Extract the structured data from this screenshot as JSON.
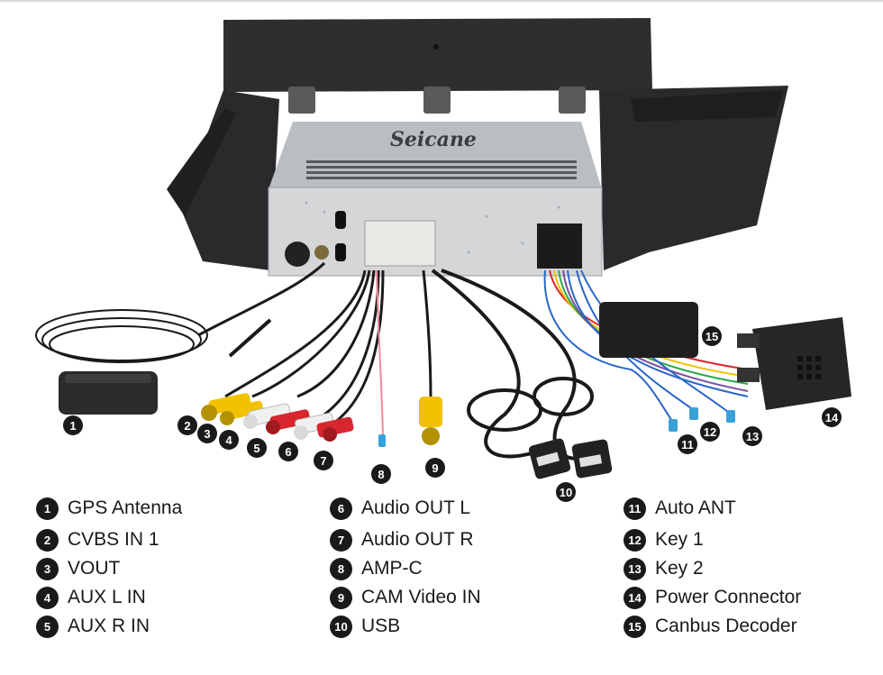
{
  "brand": "Seicane",
  "legend": [
    {
      "num": "1",
      "label": "GPS Antenna"
    },
    {
      "num": "2",
      "label": "CVBS IN 1"
    },
    {
      "num": "3",
      "label": "VOUT"
    },
    {
      "num": "4",
      "label": "AUX L IN"
    },
    {
      "num": "5",
      "label": "AUX R IN"
    },
    {
      "num": "6",
      "label": "Audio OUT L"
    },
    {
      "num": "7",
      "label": "Audio OUT R"
    },
    {
      "num": "8",
      "label": "AMP-C"
    },
    {
      "num": "9",
      "label": "CAM Video IN"
    },
    {
      "num": "10",
      "label": "USB"
    },
    {
      "num": "11",
      "label": "Auto ANT"
    },
    {
      "num": "12",
      "label": "Key 1"
    },
    {
      "num": "13",
      "label": "Key 2"
    },
    {
      "num": "14",
      "label": "Power Connector"
    },
    {
      "num": "15",
      "label": "Canbus Decoder"
    }
  ],
  "colors": {
    "housing": "#2b2b2b",
    "metal": "#c9ccd0",
    "rca_yellow": "#f2c200",
    "rca_red": "#d8262e",
    "rca_white": "#f2f2f2"
  }
}
